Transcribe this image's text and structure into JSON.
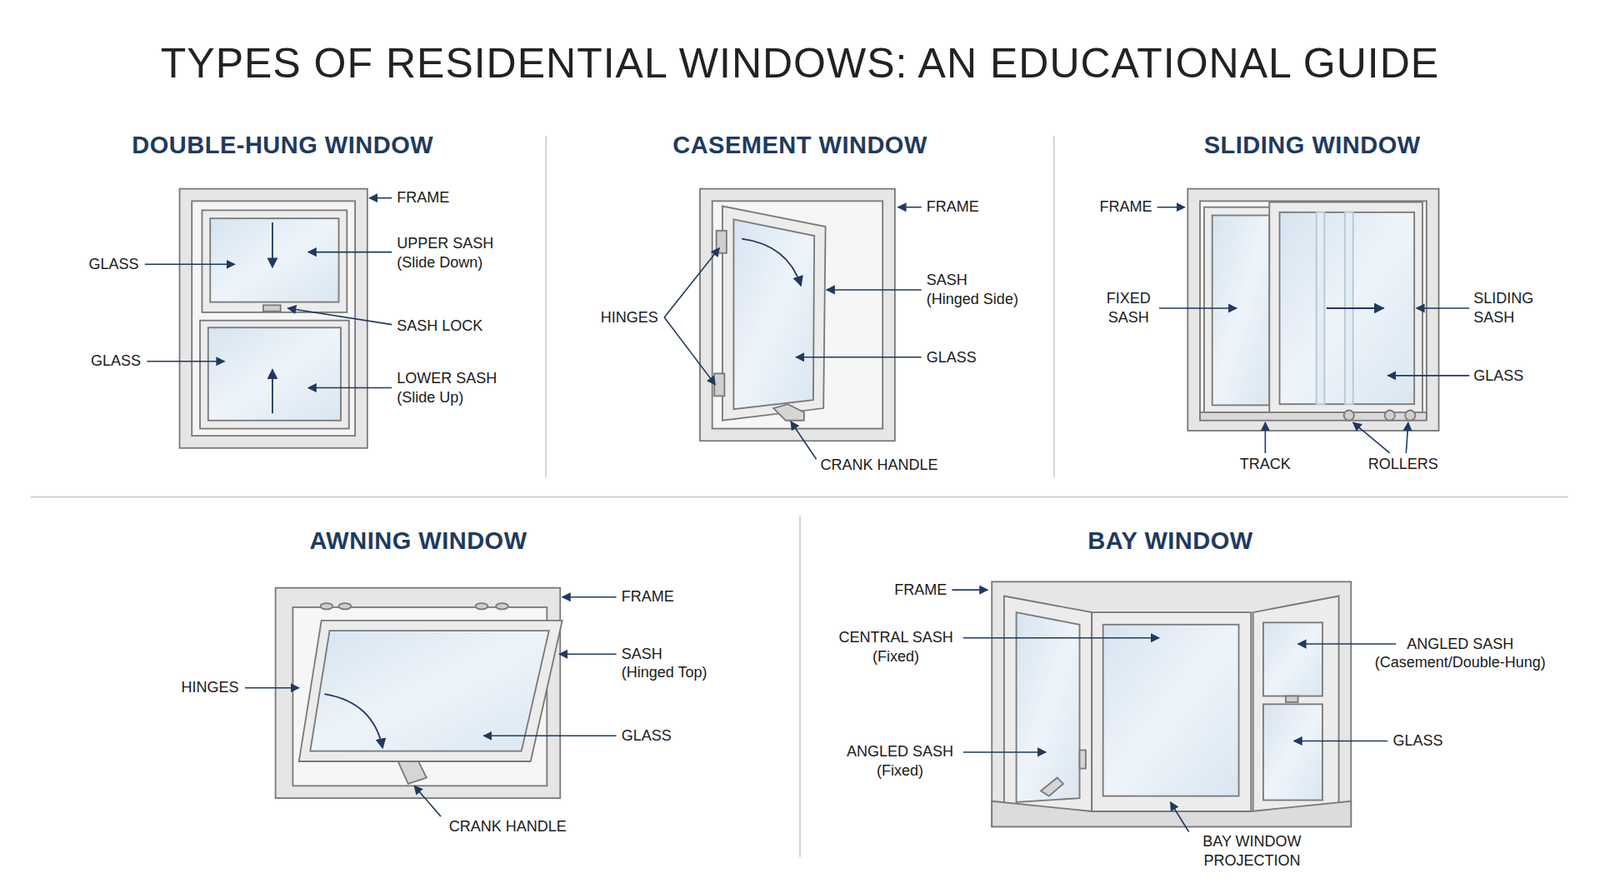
{
  "diagram": {
    "title": "TYPES OF RESIDENTIAL WINDOWS: AN EDUCATIONAL GUIDE",
    "labels": [
      "DOUBLE-HUNG WINDOW",
      "FRAME",
      "GLASS",
      "UPPER SASH (Slide Down)",
      "SASH LOCK",
      "GLASS",
      "LOWER SASH (Slide Up)",
      "CASEMENT WINDOW",
      "FRAME",
      "HINGES",
      "SASH (Hinged Side)",
      "GLASS",
      "CRANK HANDLE",
      "SLIDING WINDOW",
      "FRAME",
      "FIXED SASH",
      "SLIDING SASH",
      "GLASS",
      "TRACK",
      "ROLLERS",
      "AWNING WINDOW",
      "FRAME",
      "HINGES",
      "SASH (Hinged Top)",
      "GLASS",
      "CRANK HANDLE",
      "BAY WINDOW",
      "FRAME",
      "CENTRAL SASH (Fixed)",
      "ANGLED SASH (Fixed)",
      "ANGLED SASH (Casement/Double-Hung)",
      "GLASS",
      "BAY WINDOW PROJECTION"
    ]
  }
}
